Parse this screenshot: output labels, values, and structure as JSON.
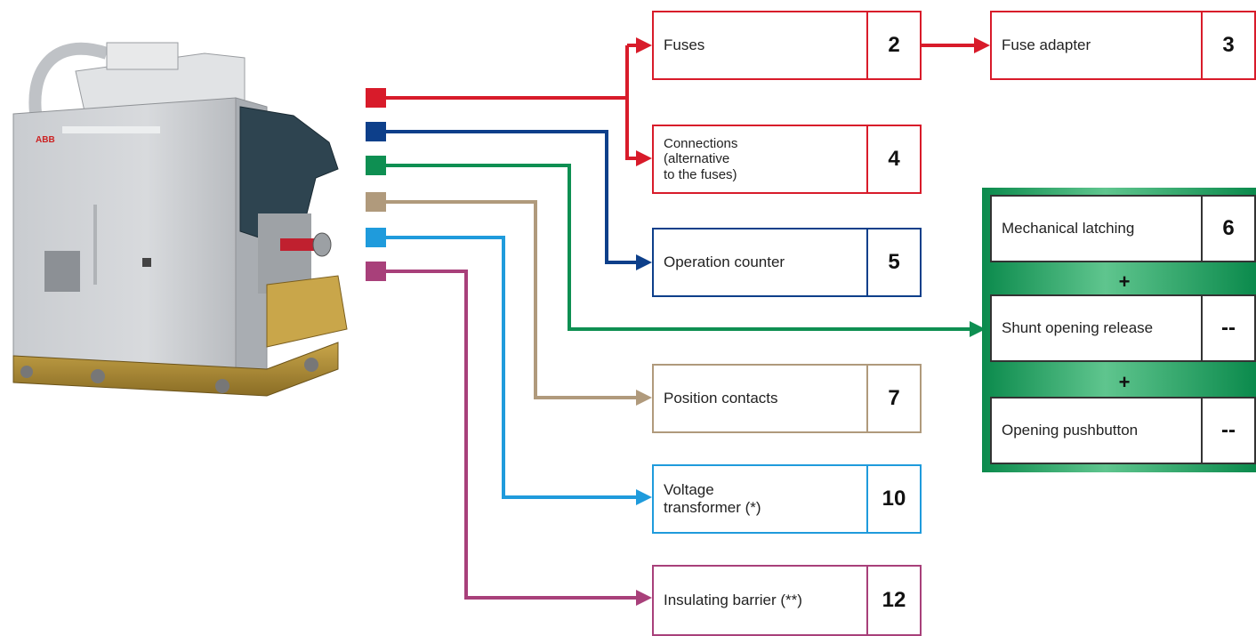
{
  "colors": {
    "red": "#d81b2a",
    "blue": "#0d3f8a",
    "green": "#0e8f52",
    "tan": "#b09a7c",
    "cyan": "#1f9bdc",
    "magenta": "#a8407a"
  },
  "device_image": "circuit-breaker-photo",
  "boxes": {
    "fuses": {
      "label": "Fuses",
      "num": "2"
    },
    "fuse_adapter": {
      "label": "Fuse adapter",
      "num": "3"
    },
    "connections": {
      "label": "Connections\n(alternative\nto the fuses)",
      "num": "4"
    },
    "operation_counter": {
      "label": "Operation counter",
      "num": "5"
    },
    "position_contacts": {
      "label": "Position contacts",
      "num": "7"
    },
    "voltage_transformer": {
      "label": "Voltage\ntransformer (*)",
      "num": "10"
    },
    "insulating_barrier": {
      "label": "Insulating barrier (**)",
      "num": "12"
    }
  },
  "group": {
    "mechanical_latching": {
      "label": "Mechanical latching",
      "num": "6"
    },
    "plus1": "+",
    "shunt_opening_release": {
      "label": "Shunt opening release",
      "num": "--"
    },
    "plus2": "+",
    "opening_pushbutton": {
      "label": "Opening pushbutton",
      "num": "--"
    }
  }
}
